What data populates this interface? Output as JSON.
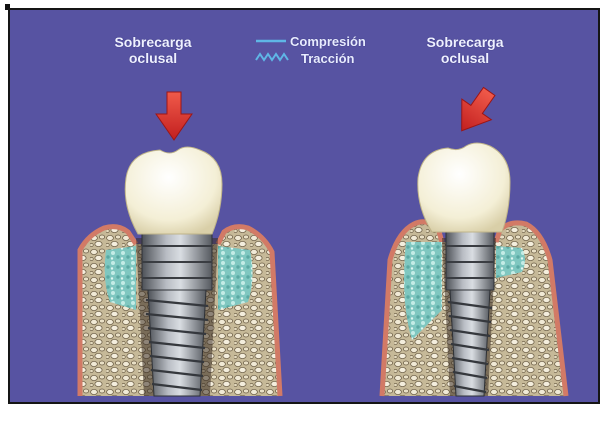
{
  "labels": {
    "left": [
      "Sobrecarga",
      "oclusal"
    ],
    "right": [
      "Sobrecarga",
      "oclusal"
    ]
  },
  "legend": {
    "compression": "Compresión",
    "traction": "Tracción"
  },
  "colors": {
    "background": "#5753a2",
    "arrow": "#e2342f",
    "crown": "#f6f2dc",
    "gum": "#d27a66",
    "bone": "#d3c9ad",
    "compression_zone": "#8fd0c8",
    "implant": "#8b8f96",
    "legend_line": "#5fb6e6"
  }
}
